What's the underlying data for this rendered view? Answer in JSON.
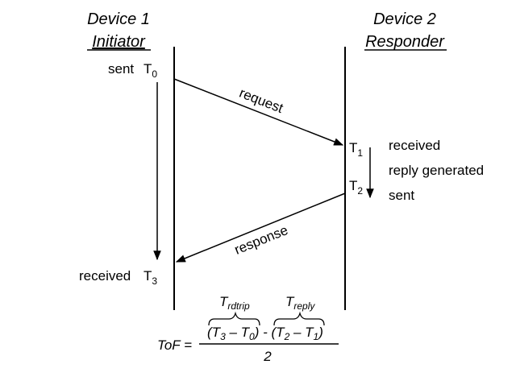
{
  "device1": {
    "name": "Device 1",
    "role": "Initiator"
  },
  "device2": {
    "name": "Device 2",
    "role": "Responder"
  },
  "labels": {
    "sent": "sent",
    "received_left": "received",
    "received_right": "received",
    "reply_generated": "reply generated",
    "sent_right": "sent"
  },
  "timestamps": {
    "t0": {
      "base": "T",
      "sub": "0"
    },
    "t1": {
      "base": "T",
      "sub": "1"
    },
    "t2": {
      "base": "T",
      "sub": "2"
    },
    "t3": {
      "base": "T",
      "sub": "3"
    }
  },
  "messages": {
    "request": "request",
    "response": "response"
  },
  "formula": {
    "lhs": "ToF =",
    "t_rdtrip_base": "T",
    "t_rdtrip_sub": "rdtrip",
    "t_reply_base": "T",
    "t_reply_sub": "reply",
    "denominator": "2"
  }
}
